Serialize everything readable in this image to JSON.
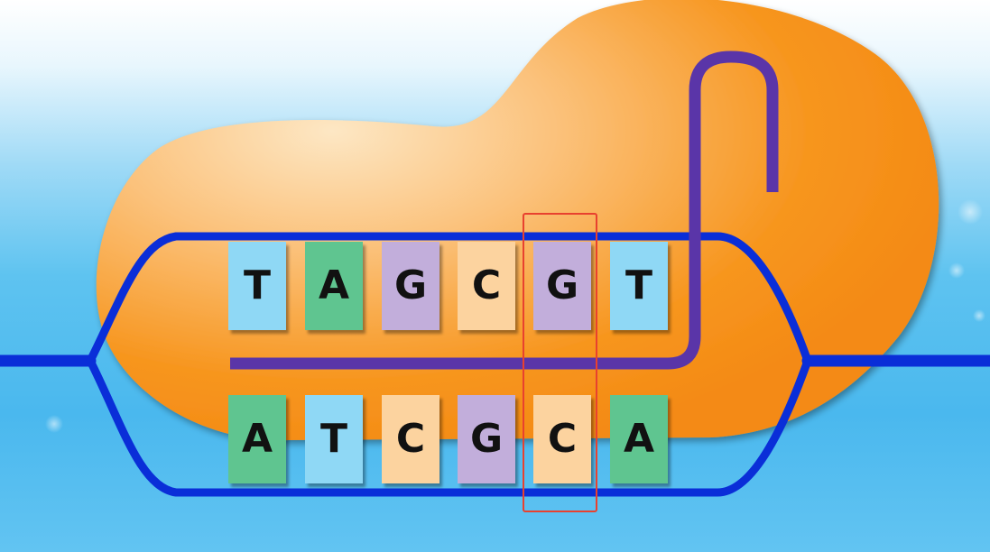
{
  "colors": {
    "background": "#4ab8ee",
    "blob": "#f7941d",
    "dna_strand": "#0a2ed8",
    "rna_strand": "#5a35a8",
    "highlight": "#e8412f",
    "base_T": "#8fd8f5",
    "base_A": "#5fc590",
    "base_G": "#c2aedb",
    "base_C": "#fcd39f"
  },
  "top_strand": [
    {
      "base": "T",
      "color": "#8fd8f5"
    },
    {
      "base": "A",
      "color": "#5fc590"
    },
    {
      "base": "G",
      "color": "#c2aedb"
    },
    {
      "base": "C",
      "color": "#fcd39f"
    },
    {
      "base": "G",
      "color": "#c2aedb"
    },
    {
      "base": "T",
      "color": "#8fd8f5"
    }
  ],
  "bottom_strand": [
    {
      "base": "A",
      "color": "#5fc590"
    },
    {
      "base": "T",
      "color": "#8fd8f5"
    },
    {
      "base": "C",
      "color": "#fcd39f"
    },
    {
      "base": "G",
      "color": "#c2aedb"
    },
    {
      "base": "C",
      "color": "#fcd39f"
    },
    {
      "base": "A",
      "color": "#5fc590"
    }
  ],
  "highlighted_pair_index": 4
}
